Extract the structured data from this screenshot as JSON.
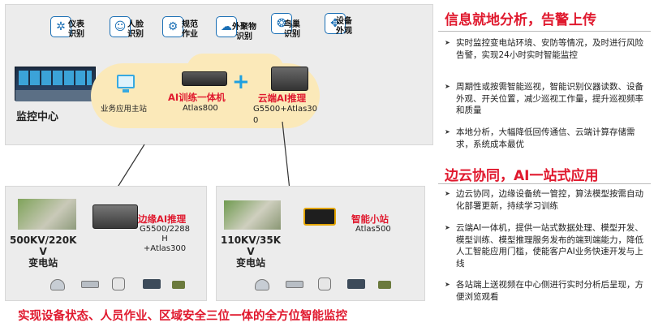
{
  "capabilities": [
    {
      "label": "仪表\n识别",
      "icon": "gauge-icon"
    },
    {
      "label": "人脸\n识别",
      "icon": "face-icon"
    },
    {
      "label": "规范\n作业",
      "icon": "work-icon"
    },
    {
      "label": "外聚物\n识别",
      "icon": "object-icon"
    },
    {
      "label": "鸟巢\n识别",
      "icon": "bird-nest-icon"
    },
    {
      "label": "设备\n外观",
      "icon": "equipment-icon"
    }
  ],
  "center": {
    "label": "监控中心",
    "host_label": "业务应用主站",
    "ai_box_title": "AI训练一体机",
    "ai_box_model": "Atlas800",
    "plus": "+",
    "cloud_infer_title": "云端AI推理",
    "cloud_infer_model": "G5500+Atlas300"
  },
  "stations": {
    "left": {
      "name": "500KV/220K\nV\n变电站",
      "device_title": "边缘AI推理",
      "device_model": "G5500/2288\nH\n+Atlas300"
    },
    "right": {
      "name": "110KV/35K\nV\n变电站",
      "device_title": "智能小站",
      "device_model": "Atlas500"
    }
  },
  "bottom_caption": "实现设备状态、人员作业、区域安全三位一体的全方位智能监控",
  "sections": [
    {
      "title": "信息就地分析，告警上传",
      "bullets": [
        "实时监控变电站环境、安防等情况，及时进行风险告警，实现24小时实时智能监控",
        "周期性或按需智能巡视，智能识别仪器读数、设备外观、开关位置，减少巡视工作量，提升巡视频率和质量",
        "本地分析，大幅降低回传通信、云端计算存储需求，系统成本最优"
      ]
    },
    {
      "title": "边云协同，AI一站式应用",
      "bullets": [
        "边云协同，边缘设备统一管控，算法模型按需自动化部署更新，持续学习训练",
        "云端AI一体机，提供一站式数据处理、模型开发、模型训练、模型推理服务发布的端到端能力，降低人工智能应用门槛，使能客户AI业务快速开发与上线",
        "各站端上送视频在中心侧进行实时分析后呈现，方便浏览观看"
      ]
    }
  ],
  "colors": {
    "accent_red": "#e0192e",
    "accent_blue": "#1a6fb5",
    "panel": "#ececec",
    "cloud": "#fbe9b9"
  }
}
